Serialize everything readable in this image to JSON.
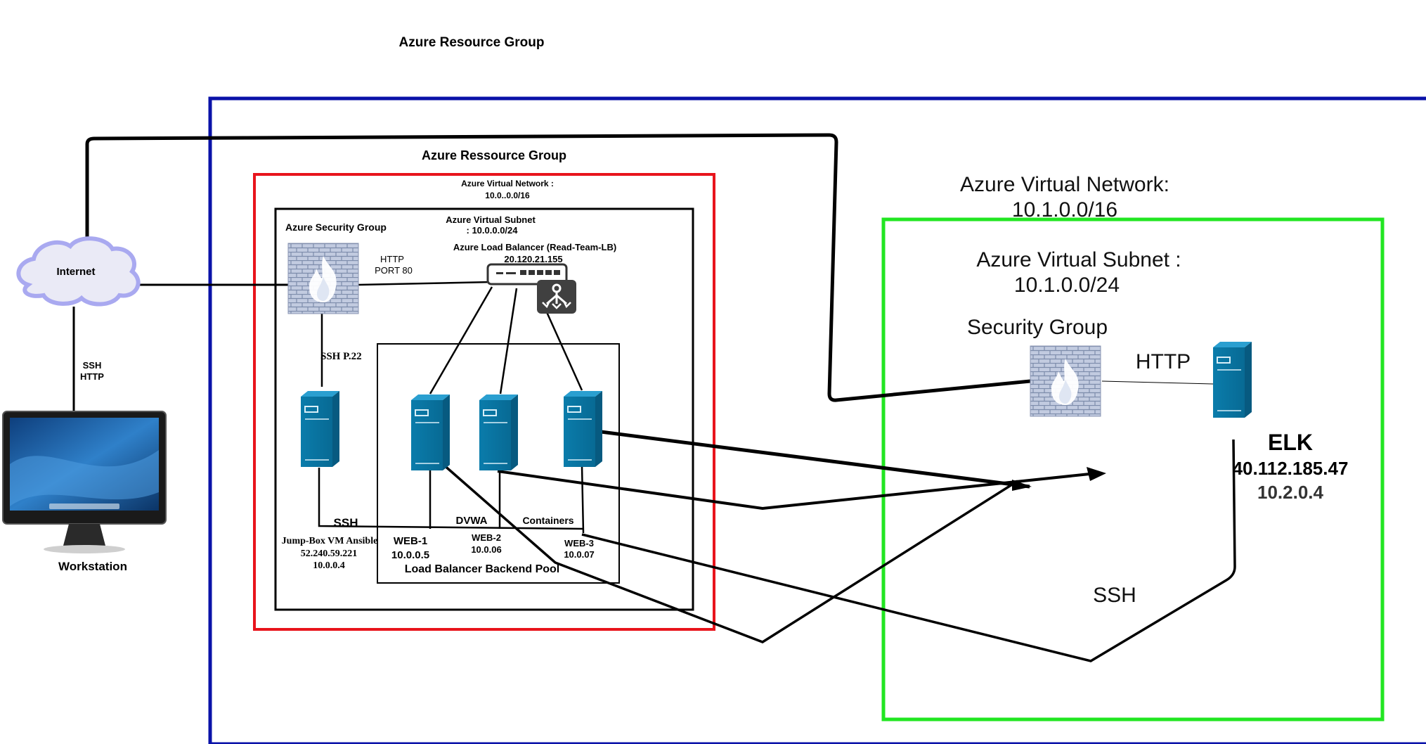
{
  "title_top": "Azure Resource Group",
  "left_network": {
    "resource_group": "Azure Ressource Group",
    "vnet_line1": "Azure Virtual Network :",
    "vnet_line2": "10.0..0.0/16",
    "security_group": "Azure Security Group",
    "subnet_line1": "Azure Virtual Subnet",
    "subnet_line2": ": 10.0.0.0/24",
    "lb_name": "Azure Load Balancer (Read-Team-LB)",
    "lb_ip": "20.120.21.155",
    "http_line1": "HTTP",
    "http_line2": "PORT 80",
    "ssh_port": "SSH P.22",
    "ssh": "SSH",
    "dvwa": "DVWA",
    "containers": "Containers",
    "jumpbox_name": "Jump-Box VM Ansible",
    "jumpbox_public_ip": "52.240.59.221",
    "jumpbox_private_ip": "10.0.0.4",
    "web1_name": "WEB-1",
    "web1_ip": "10.0.0.5",
    "web2_name": "WEB-2",
    "web2_ip": "10.0.06",
    "web3_name": "WEB-3",
    "web3_ip": "10.0.07",
    "backend_pool": "Load Balancer Backend Pool"
  },
  "internet": "Internet",
  "workstation": "Workstation",
  "ws_ssh": "SSH",
  "ws_http": "HTTP",
  "right_network": {
    "vnet_line1": "Azure Virtual Network:",
    "vnet_line2": "10.1.0.0/16",
    "subnet_line1": "Azure Virtual Subnet :",
    "subnet_line2": "10.1.0.0/24",
    "security_group": "Security Group",
    "http": "HTTP",
    "elk_name": "ELK",
    "elk_public_ip": "40.112.185.47",
    "elk_private_ip": "10.2.0.4",
    "ssh": "SSH"
  },
  "colors": {
    "outer_border": "#0a12a8",
    "red_border": "#e8141c",
    "green_border": "#22e622",
    "server_blue": "#0b6e99",
    "firewall_gray": "#b9c3d6",
    "cloud_fill": "#eaeaf6",
    "cloud_stroke": "#a9a9f0"
  },
  "icons": [
    "cloud-icon",
    "monitor-icon",
    "firewall-icon",
    "server-icon",
    "network-switch-icon",
    "load-balancer-icon"
  ]
}
